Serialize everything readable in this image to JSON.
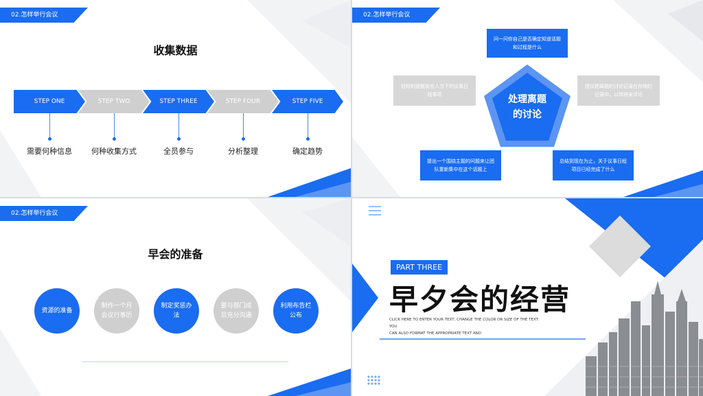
{
  "colors": {
    "accent": "#1a6cf0",
    "gray": "#cfcfcf"
  },
  "slide1": {
    "tag": "02.怎样举行会议",
    "title": "收集数据",
    "steps": [
      {
        "label": "STEP ONE",
        "text": "需要何种信息",
        "style": "blue"
      },
      {
        "label": "STEP TWO",
        "text": "何种收集方式",
        "style": "gray"
      },
      {
        "label": "STEP THREE",
        "text": "全员参与",
        "style": "blue"
      },
      {
        "label": "STEP FOUR",
        "text": "分析整理",
        "style": "gray"
      },
      {
        "label": "STEP FIVE",
        "text": "确定趋势",
        "style": "blue"
      }
    ]
  },
  "slide2": {
    "tag": "02.怎样举行会议",
    "center": "处理离题的讨论",
    "center_lines": [
      "处理离题",
      "的讨论"
    ],
    "boxes": {
      "top": "问一问你自己是否确定知道话题和过程是什么",
      "left": "轻轻的提醒发言人当下的议事日程事项",
      "right": "建议把离题的讨论记录在存储的记录中，以待将来评论",
      "bottom_left": "提出一个围绕主题的问题来让团队重新集中在这个话题上",
      "bottom_right": "总结到现在为止，关于议事日程项目已经完成了什么"
    }
  },
  "slide3": {
    "tag": "02.怎样举行会议",
    "title": "早会的准备",
    "circles": [
      {
        "text": "资源的准备",
        "style": "blue"
      },
      {
        "text": "制作一个月会议行事历",
        "style": "gray"
      },
      {
        "text": "制定奖惩办法",
        "style": "blue"
      },
      {
        "text": "要与部门成员充分沟通",
        "style": "gray"
      },
      {
        "text": "利用布告栏公布",
        "style": "blue"
      }
    ]
  },
  "slide4": {
    "part": "PART THREE",
    "title": "早夕会的经营",
    "subtext_1": "CLICK HERE TO ENTER YOUR TEXT, CHANGE THE COLOR OR SIZE OF THE TEXT. YOU",
    "subtext_2": "CAN ALSO FORMAT THE APPROPRIATE TEXT AND"
  }
}
